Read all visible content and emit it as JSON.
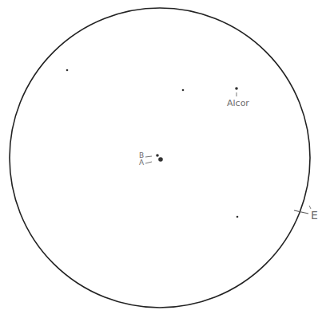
{
  "diagram": {
    "labels": [
      "Alcor",
      "B",
      "A",
      "E"
    ]
  }
}
